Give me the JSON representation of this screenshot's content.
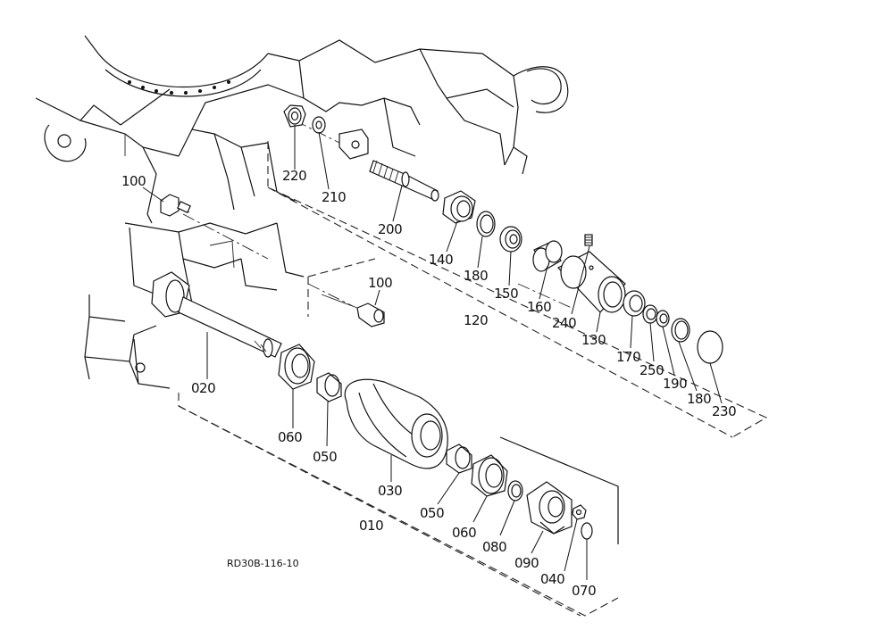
{
  "diagram": {
    "reference_code": "RD30B-116-10",
    "callouts": [
      {
        "id": "callout-220",
        "label": "220"
      },
      {
        "id": "callout-210",
        "label": "210"
      },
      {
        "id": "callout-200",
        "label": "200"
      },
      {
        "id": "callout-100-upper",
        "label": "100"
      },
      {
        "id": "callout-100-middle",
        "label": "100"
      },
      {
        "id": "callout-140",
        "label": "140"
      },
      {
        "id": "callout-180-upper",
        "label": "180"
      },
      {
        "id": "callout-150",
        "label": "150"
      },
      {
        "id": "callout-160",
        "label": "160"
      },
      {
        "id": "callout-240",
        "label": "240"
      },
      {
        "id": "callout-120",
        "label": "120"
      },
      {
        "id": "callout-130",
        "label": "130"
      },
      {
        "id": "callout-170",
        "label": "170"
      },
      {
        "id": "callout-250",
        "label": "250"
      },
      {
        "id": "callout-190",
        "label": "190"
      },
      {
        "id": "callout-180-lower",
        "label": "180"
      },
      {
        "id": "callout-230",
        "label": "230"
      },
      {
        "id": "callout-020",
        "label": "020"
      },
      {
        "id": "callout-060-left",
        "label": "060"
      },
      {
        "id": "callout-050-left",
        "label": "050"
      },
      {
        "id": "callout-030",
        "label": "030"
      },
      {
        "id": "callout-010",
        "label": "010"
      },
      {
        "id": "callout-050-right",
        "label": "050"
      },
      {
        "id": "callout-060-right",
        "label": "060"
      },
      {
        "id": "callout-080",
        "label": "080"
      },
      {
        "id": "callout-090",
        "label": "090"
      },
      {
        "id": "callout-040",
        "label": "040"
      },
      {
        "id": "callout-070",
        "label": "070"
      }
    ]
  }
}
